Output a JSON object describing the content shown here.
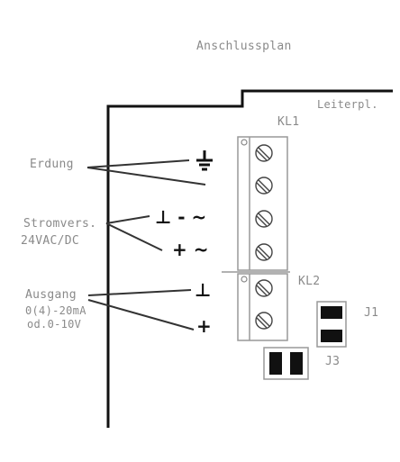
{
  "title": "Anschlussplan",
  "board_label": "Leiterpl.",
  "terminals": {
    "kl1": "KL1",
    "kl2": "KL2"
  },
  "labels": {
    "erdung": "Erdung",
    "stromvers_line1": "Stromvers.",
    "stromvers_line2": "24VAC/DC",
    "ausgang_line1": "Ausgang",
    "ausgang_line2": "0(4)-20mA",
    "ausgang_line3": "od.0-10V"
  },
  "symbols": {
    "ground": "⏚",
    "gnd_ac": "⊥ - ~",
    "plus_ac": "+ ~",
    "gnd": "⊥",
    "plus": "+"
  },
  "jumpers": {
    "j1": "J1",
    "j3": "J3"
  }
}
